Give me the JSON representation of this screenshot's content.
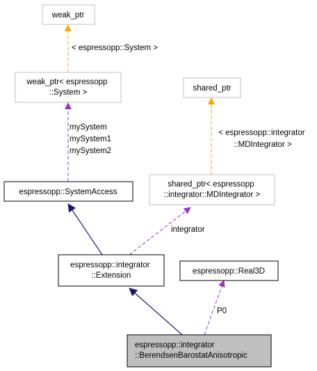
{
  "colors": {
    "node_border_grey": "#bfbfbf",
    "node_border_black": "#000000",
    "node_fill": "#ffffff",
    "highlight_fill": "#bfbfbf",
    "inheritance_edge": "#191970",
    "usage_edge": "#9a32cd",
    "template_edge": "#ffa500"
  },
  "nodes": {
    "weak_ptr": [
      "weak_ptr"
    ],
    "weak_ptr_system": [
      "weak_ptr< espressopp",
      "::System >"
    ],
    "shared_ptr": [
      "shared_ptr"
    ],
    "system_access": [
      "espressopp::SystemAccess"
    ],
    "shared_ptr_md": [
      "shared_ptr< espressopp",
      "::integrator::MDIntegrator >"
    ],
    "extension": [
      "espressopp::integrator",
      "::Extension"
    ],
    "real3d": [
      "espressopp::Real3D"
    ],
    "berendsen": [
      "espressopp::integrator",
      "::BerendsenBarostatAnisotropic"
    ]
  },
  "edge_labels": {
    "weak_system": [
      "< espressopp::System >"
    ],
    "my_system": [
      "mySystem",
      "mySystem1",
      "mySystem2"
    ],
    "shared_md": [
      "< espressopp::integrator",
      "::MDIntegrator >"
    ],
    "integrator": [
      "integrator"
    ],
    "p0": [
      "P0"
    ]
  }
}
